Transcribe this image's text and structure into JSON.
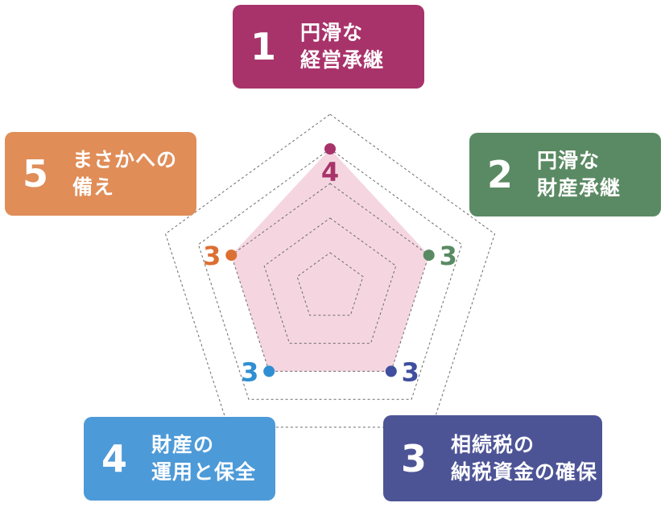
{
  "chart_data": {
    "type": "radar",
    "scale_max": 5,
    "grid_levels": [
      1,
      2,
      3,
      4,
      5
    ],
    "categories": [
      {
        "num": "1",
        "line1": "円滑な",
        "line2": "経営承継",
        "color": "#a8336a",
        "value": 4,
        "value_color": "#a8336a"
      },
      {
        "num": "2",
        "line1": "円滑な",
        "line2": "財産承継",
        "color": "#5a8a63",
        "value": 3,
        "value_color": "#5a8a63"
      },
      {
        "num": "3",
        "line1": "相続税の",
        "line2": "納税資金の確保",
        "color": "#4d5496",
        "value": 3,
        "value_color": "#3f4f9e"
      },
      {
        "num": "4",
        "line1": "財産の",
        "line2": "運用と保全",
        "color": "#4d9ad8",
        "value": 3,
        "value_color": "#2f8fd2"
      },
      {
        "num": "5",
        "line1": "まさかへの",
        "line2": "備え",
        "color": "#e08d58",
        "value": 3,
        "value_color": "#dc6f33"
      }
    ],
    "fill_color": "#f2c8d5",
    "grid_color": "#6b6b6b"
  }
}
